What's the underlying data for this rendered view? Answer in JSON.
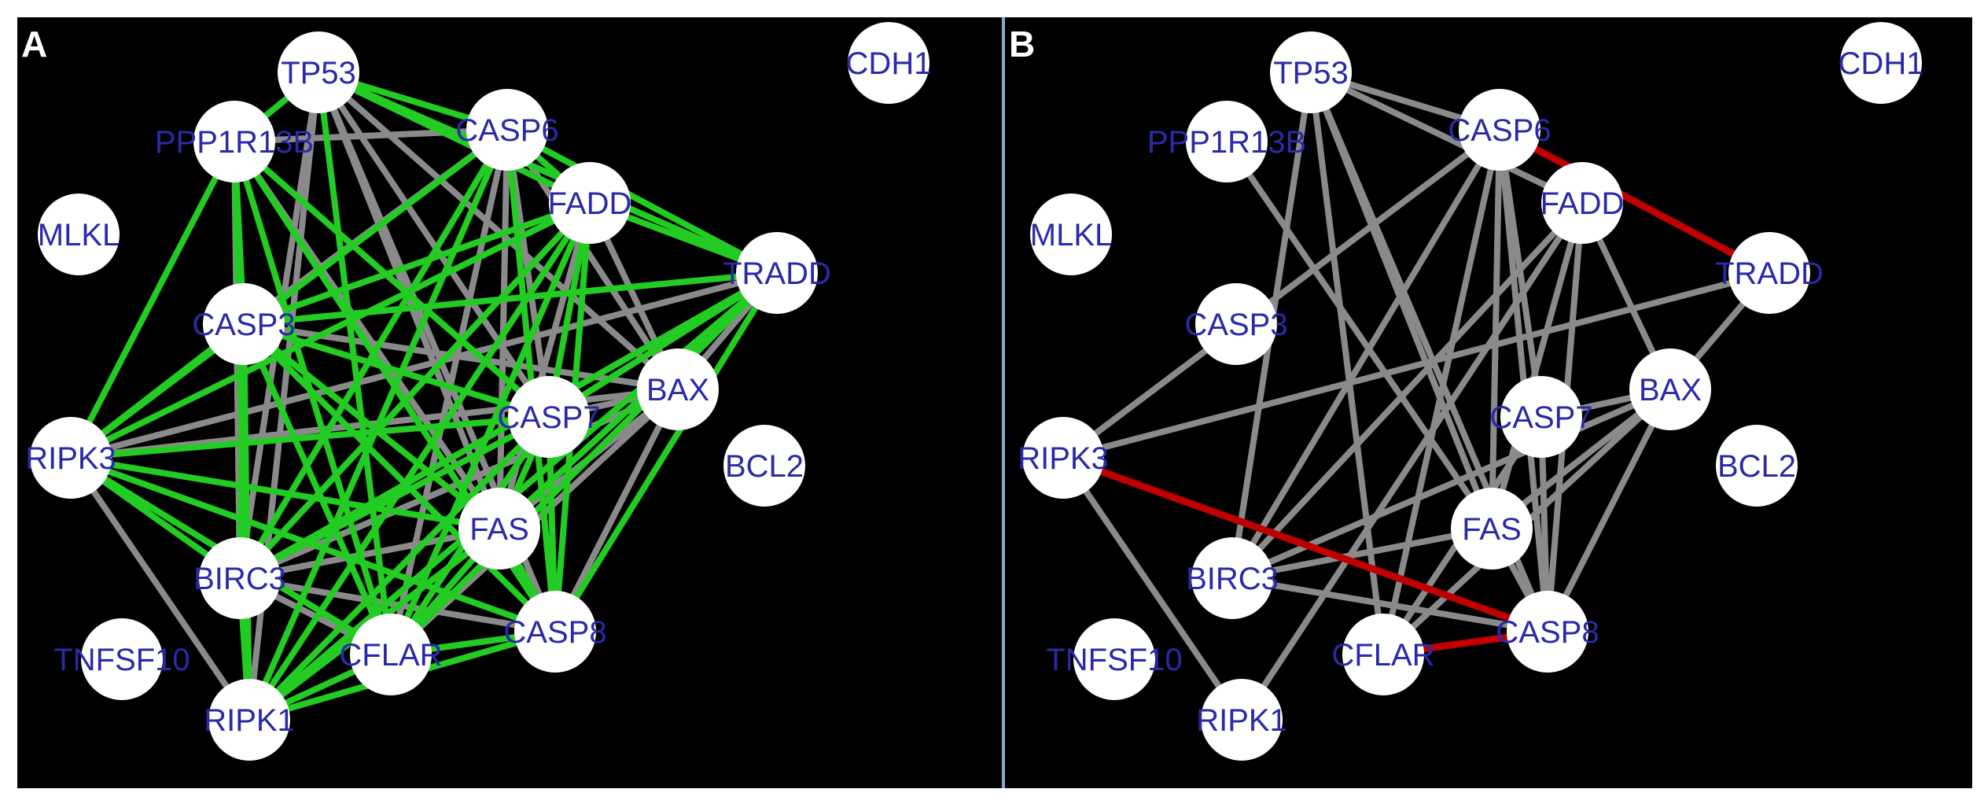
{
  "colors": {
    "background": "#000000",
    "node_fill": "#ffffff",
    "label_text": "#2a2aa8",
    "edge_gray": "#8a8a8a",
    "edge_green": "#22cc22",
    "edge_red": "#c00000",
    "divider": "#8aa8d0"
  },
  "nodes": [
    {
      "id": "TP53",
      "label": "TP53"
    },
    {
      "id": "CDH1",
      "label": "CDH1"
    },
    {
      "id": "PPP1R13B",
      "label": "PPP1R13B"
    },
    {
      "id": "CASP6",
      "label": "CASP6"
    },
    {
      "id": "FADD",
      "label": "FADD"
    },
    {
      "id": "MLKL",
      "label": "MLKL"
    },
    {
      "id": "TRADD",
      "label": "TRADD"
    },
    {
      "id": "CASP3",
      "label": "CASP3"
    },
    {
      "id": "BAX",
      "label": "BAX"
    },
    {
      "id": "CASP7",
      "label": "CASP7"
    },
    {
      "id": "BCL2",
      "label": "BCL2"
    },
    {
      "id": "RIPK3",
      "label": "RIPK3"
    },
    {
      "id": "FAS",
      "label": "FAS"
    },
    {
      "id": "BIRC3",
      "label": "BIRC3"
    },
    {
      "id": "CASP8",
      "label": "CASP8"
    },
    {
      "id": "TNFSF10",
      "label": "TNFSF10"
    },
    {
      "id": "CFLAR",
      "label": "CFLAR"
    },
    {
      "id": "RIPK1",
      "label": "RIPK1"
    }
  ],
  "panels": [
    {
      "letter": "A",
      "edges": [
        {
          "from": "TP53",
          "to": "PPP1R13B",
          "color": "green"
        },
        {
          "from": "TP53",
          "to": "CASP6",
          "color": "green"
        },
        {
          "from": "TP53",
          "to": "FADD",
          "color": "green"
        },
        {
          "from": "TP53",
          "to": "TRADD",
          "color": "green"
        },
        {
          "from": "TP53",
          "to": "CASP7",
          "color": "gray"
        },
        {
          "from": "TP53",
          "to": "BAX",
          "color": "gray"
        },
        {
          "from": "TP53",
          "to": "FAS",
          "color": "gray"
        },
        {
          "from": "TP53",
          "to": "CASP8",
          "color": "gray"
        },
        {
          "from": "TP53",
          "to": "CFLAR",
          "color": "green"
        },
        {
          "from": "TP53",
          "to": "BIRC3",
          "color": "gray"
        },
        {
          "from": "TP53",
          "to": "RIPK1",
          "color": "gray"
        },
        {
          "from": "PPP1R13B",
          "to": "CASP6",
          "color": "gray"
        },
        {
          "from": "PPP1R13B",
          "to": "CASP3",
          "color": "green"
        },
        {
          "from": "PPP1R13B",
          "to": "RIPK3",
          "color": "green"
        },
        {
          "from": "PPP1R13B",
          "to": "CASP7",
          "color": "green"
        },
        {
          "from": "PPP1R13B",
          "to": "FAS",
          "color": "gray"
        },
        {
          "from": "PPP1R13B",
          "to": "CASP8",
          "color": "green"
        },
        {
          "from": "PPP1R13B",
          "to": "CFLAR",
          "color": "green"
        },
        {
          "from": "PPP1R13B",
          "to": "RIPK1",
          "color": "green"
        },
        {
          "from": "PPP1R13B",
          "to": "BIRC3",
          "color": "gray"
        },
        {
          "from": "CASP6",
          "to": "FADD",
          "color": "green"
        },
        {
          "from": "CASP6",
          "to": "TRADD",
          "color": "green"
        },
        {
          "from": "CASP6",
          "to": "CASP3",
          "color": "gray"
        },
        {
          "from": "CASP6",
          "to": "RIPK3",
          "color": "green"
        },
        {
          "from": "CASP6",
          "to": "CASP7",
          "color": "gray"
        },
        {
          "from": "CASP6",
          "to": "BAX",
          "color": "gray"
        },
        {
          "from": "CASP6",
          "to": "FAS",
          "color": "gray"
        },
        {
          "from": "CASP6",
          "to": "CASP8",
          "color": "green"
        },
        {
          "from": "CASP6",
          "to": "CFLAR",
          "color": "gray"
        },
        {
          "from": "CASP6",
          "to": "BIRC3",
          "color": "green"
        },
        {
          "from": "CASP6",
          "to": "RIPK1",
          "color": "green"
        },
        {
          "from": "FADD",
          "to": "TRADD",
          "color": "green"
        },
        {
          "from": "FADD",
          "to": "CASP3",
          "color": "green"
        },
        {
          "from": "FADD",
          "to": "RIPK3",
          "color": "green"
        },
        {
          "from": "FADD",
          "to": "CASP7",
          "color": "green"
        },
        {
          "from": "FADD",
          "to": "BAX",
          "color": "gray"
        },
        {
          "from": "FADD",
          "to": "FAS",
          "color": "gray"
        },
        {
          "from": "FADD",
          "to": "CASP8",
          "color": "green"
        },
        {
          "from": "FADD",
          "to": "CFLAR",
          "color": "green"
        },
        {
          "from": "FADD",
          "to": "BIRC3",
          "color": "green"
        },
        {
          "from": "FADD",
          "to": "RIPK1",
          "color": "green"
        },
        {
          "from": "TRADD",
          "to": "CASP3",
          "color": "green"
        },
        {
          "from": "TRADD",
          "to": "RIPK3",
          "color": "gray"
        },
        {
          "from": "TRADD",
          "to": "CASP7",
          "color": "green"
        },
        {
          "from": "TRADD",
          "to": "BAX",
          "color": "gray"
        },
        {
          "from": "TRADD",
          "to": "FAS",
          "color": "green"
        },
        {
          "from": "TRADD",
          "to": "CASP8",
          "color": "green"
        },
        {
          "from": "TRADD",
          "to": "CFLAR",
          "color": "green"
        },
        {
          "from": "TRADD",
          "to": "BIRC3",
          "color": "green"
        },
        {
          "from": "TRADD",
          "to": "RIPK1",
          "color": "green"
        },
        {
          "from": "CASP3",
          "to": "RIPK3",
          "color": "green"
        },
        {
          "from": "CASP3",
          "to": "CASP7",
          "color": "green"
        },
        {
          "from": "CASP3",
          "to": "FAS",
          "color": "green"
        },
        {
          "from": "CASP3",
          "to": "CASP8",
          "color": "green"
        },
        {
          "from": "CASP3",
          "to": "CFLAR",
          "color": "green"
        },
        {
          "from": "CASP3",
          "to": "BIRC3",
          "color": "green"
        },
        {
          "from": "CASP3",
          "to": "RIPK1",
          "color": "green"
        },
        {
          "from": "CASP3",
          "to": "BAX",
          "color": "gray"
        },
        {
          "from": "RIPK3",
          "to": "CASP7",
          "color": "green"
        },
        {
          "from": "RIPK3",
          "to": "BAX",
          "color": "gray"
        },
        {
          "from": "RIPK3",
          "to": "FAS",
          "color": "green"
        },
        {
          "from": "RIPK3",
          "to": "CASP8",
          "color": "green"
        },
        {
          "from": "RIPK3",
          "to": "CFLAR",
          "color": "green"
        },
        {
          "from": "RIPK3",
          "to": "BIRC3",
          "color": "green"
        },
        {
          "from": "RIPK3",
          "to": "RIPK1",
          "color": "gray"
        },
        {
          "from": "CASP7",
          "to": "BAX",
          "color": "gray"
        },
        {
          "from": "CASP7",
          "to": "FAS",
          "color": "green"
        },
        {
          "from": "CASP7",
          "to": "CASP8",
          "color": "green"
        },
        {
          "from": "CASP7",
          "to": "CFLAR",
          "color": "green"
        },
        {
          "from": "CASP7",
          "to": "BIRC3",
          "color": "green"
        },
        {
          "from": "CASP7",
          "to": "RIPK1",
          "color": "green"
        },
        {
          "from": "BAX",
          "to": "FAS",
          "color": "gray"
        },
        {
          "from": "BAX",
          "to": "CASP8",
          "color": "gray"
        },
        {
          "from": "BAX",
          "to": "CFLAR",
          "color": "gray"
        },
        {
          "from": "BAX",
          "to": "BIRC3",
          "color": "gray"
        },
        {
          "from": "FAS",
          "to": "CASP8",
          "color": "green"
        },
        {
          "from": "FAS",
          "to": "CFLAR",
          "color": "green"
        },
        {
          "from": "FAS",
          "to": "BIRC3",
          "color": "gray"
        },
        {
          "from": "FAS",
          "to": "RIPK1",
          "color": "green"
        },
        {
          "from": "BIRC3",
          "to": "CASP8",
          "color": "gray"
        },
        {
          "from": "BIRC3",
          "to": "CFLAR",
          "color": "gray"
        },
        {
          "from": "BIRC3",
          "to": "RIPK1",
          "color": "green"
        },
        {
          "from": "CASP8",
          "to": "CFLAR",
          "color": "green"
        },
        {
          "from": "CASP8",
          "to": "RIPK1",
          "color": "green"
        },
        {
          "from": "CFLAR",
          "to": "RIPK1",
          "color": "green"
        }
      ]
    },
    {
      "letter": "B",
      "edges": [
        {
          "from": "CASP6",
          "to": "TRADD",
          "color": "red"
        },
        {
          "from": "RIPK3",
          "to": "CASP8",
          "color": "red"
        },
        {
          "from": "CFLAR",
          "to": "CASP8",
          "color": "red"
        },
        {
          "from": "TP53",
          "to": "CASP6",
          "color": "gray"
        },
        {
          "from": "TP53",
          "to": "FADD",
          "color": "gray"
        },
        {
          "from": "TP53",
          "to": "FAS",
          "color": "gray"
        },
        {
          "from": "TP53",
          "to": "CFLAR",
          "color": "gray"
        },
        {
          "from": "TP53",
          "to": "CASP8",
          "color": "gray"
        },
        {
          "from": "TP53",
          "to": "BIRC3",
          "color": "gray"
        },
        {
          "from": "PPP1R13B",
          "to": "FAS",
          "color": "gray"
        },
        {
          "from": "CASP6",
          "to": "BIRC3",
          "color": "gray"
        },
        {
          "from": "CASP6",
          "to": "CASP7",
          "color": "gray"
        },
        {
          "from": "CASP6",
          "to": "FAS",
          "color": "gray"
        },
        {
          "from": "CASP6",
          "to": "CASP8",
          "color": "gray"
        },
        {
          "from": "CASP6",
          "to": "CFLAR",
          "color": "gray"
        },
        {
          "from": "CASP6",
          "to": "RIPK3",
          "color": "gray"
        },
        {
          "from": "FADD",
          "to": "RIPK1",
          "color": "gray"
        },
        {
          "from": "FADD",
          "to": "BAX",
          "color": "gray"
        },
        {
          "from": "FADD",
          "to": "CASP8",
          "color": "gray"
        },
        {
          "from": "FADD",
          "to": "BIRC3",
          "color": "gray"
        },
        {
          "from": "FADD",
          "to": "FAS",
          "color": "gray"
        },
        {
          "from": "TRADD",
          "to": "RIPK3",
          "color": "gray"
        },
        {
          "from": "TRADD",
          "to": "BAX",
          "color": "gray"
        },
        {
          "from": "BAX",
          "to": "BIRC3",
          "color": "gray"
        },
        {
          "from": "BAX",
          "to": "CFLAR",
          "color": "gray"
        },
        {
          "from": "BAX",
          "to": "CASP8",
          "color": "gray"
        },
        {
          "from": "BAX",
          "to": "FAS",
          "color": "gray"
        },
        {
          "from": "BAX",
          "to": "CASP7",
          "color": "gray"
        },
        {
          "from": "CASP7",
          "to": "CFLAR",
          "color": "gray"
        },
        {
          "from": "CASP7",
          "to": "CASP8",
          "color": "gray"
        },
        {
          "from": "FAS",
          "to": "CASP8",
          "color": "gray"
        },
        {
          "from": "FAS",
          "to": "BIRC3",
          "color": "gray"
        },
        {
          "from": "BIRC3",
          "to": "CASP8",
          "color": "gray"
        },
        {
          "from": "RIPK3",
          "to": "RIPK1",
          "color": "gray"
        }
      ]
    }
  ]
}
